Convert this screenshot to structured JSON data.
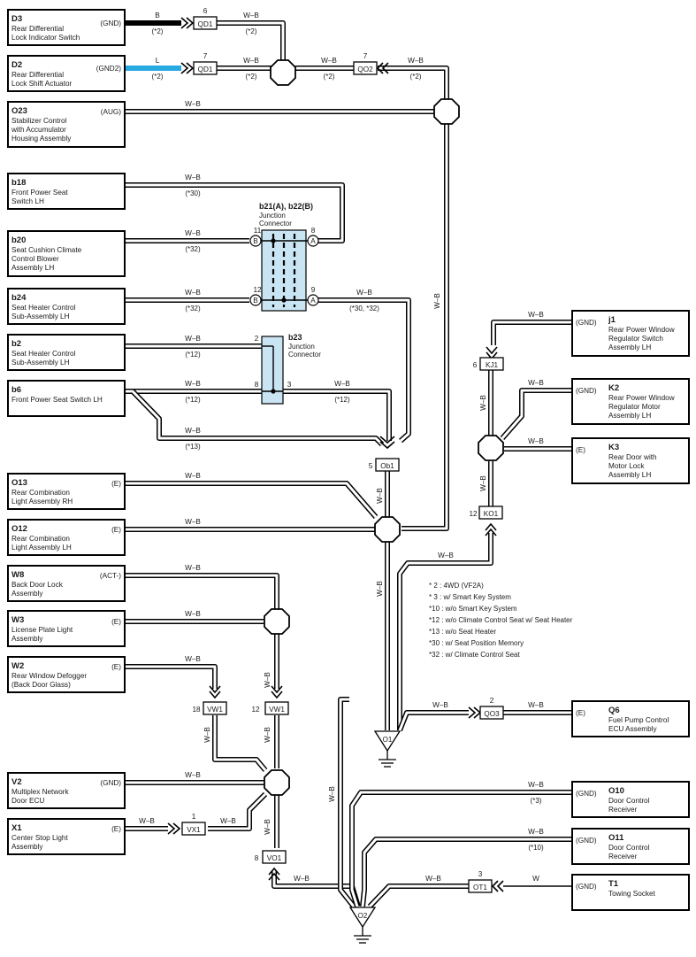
{
  "colors": {
    "black_wire": "#000000",
    "blue_wire": "#29a9e1",
    "junction_fill": "#c9e4f2"
  },
  "components": {
    "d3": {
      "code": "D3",
      "name": [
        "Rear Differential",
        "Lock Indicator Switch"
      ],
      "pin": "(GND)"
    },
    "d2": {
      "code": "D2",
      "name": [
        "Rear Differential",
        "Lock Shift Actuator"
      ],
      "pin": "(GND2)"
    },
    "o23": {
      "code": "O23",
      "name": [
        "Stabilizer Control",
        "with Accumulator",
        "Housing Assembly"
      ],
      "pin": "(AUG)"
    },
    "b18": {
      "code": "b18",
      "name": [
        "Front Power Seat",
        "Switch LH"
      ],
      "pin": ""
    },
    "b20": {
      "code": "b20",
      "name": [
        "Seat Cushion Climate",
        "Control Blower",
        "Assembly LH"
      ],
      "pin": ""
    },
    "b24": {
      "code": "b24",
      "name": [
        "Seat Heater Control",
        "Sub-Assembly LH"
      ],
      "pin": ""
    },
    "b2": {
      "code": "b2",
      "name": [
        "Seat Heater Control",
        "Sub-Assembly LH"
      ],
      "pin": ""
    },
    "b6": {
      "code": "b6",
      "name": [
        "Front Power Seat Switch LH"
      ],
      "pin": ""
    },
    "o13": {
      "code": "O13",
      "name": [
        "Rear Combination",
        "Light Assembly RH"
      ],
      "pin": "(E)"
    },
    "o12": {
      "code": "O12",
      "name": [
        "Rear Combination",
        "Light Assembly LH"
      ],
      "pin": "(E)"
    },
    "w8": {
      "code": "W8",
      "name": [
        "Back Door Lock",
        "Assembly"
      ],
      "pin": "(ACT-)"
    },
    "w3": {
      "code": "W3",
      "name": [
        "License Plate Light",
        "Assembly"
      ],
      "pin": "(E)"
    },
    "w2": {
      "code": "W2",
      "name": [
        "Rear Window Defogger",
        "(Back Door Glass)"
      ],
      "pin": "(E)"
    },
    "v2": {
      "code": "V2",
      "name": [
        "Multiplex Network",
        "Door ECU"
      ],
      "pin": "(GND)"
    },
    "x1": {
      "code": "X1",
      "name": [
        "Center Stop Light",
        "Assembly"
      ],
      "pin": "(E)"
    },
    "j1": {
      "code": "j1",
      "name": [
        "Rear Power Window",
        "Regulator Switch",
        "Assembly LH"
      ],
      "pin": "(GND)"
    },
    "k2": {
      "code": "K2",
      "name": [
        "Rear Power Window",
        "Regulator Motor",
        "Assembly LH"
      ],
      "pin": "(GND)"
    },
    "k3": {
      "code": "K3",
      "name": [
        "Rear Door with",
        "Motor Lock",
        "Assembly LH"
      ],
      "pin": "(E)"
    },
    "q6": {
      "code": "Q6",
      "name": [
        "Fuel Pump Control",
        "ECU Assembly"
      ],
      "pin": "(E)"
    },
    "o10": {
      "code": "O10",
      "name": [
        "Door Control",
        "Receiver"
      ],
      "pin": "(GND)"
    },
    "o11": {
      "code": "O11",
      "name": [
        "Door Control",
        "Receiver"
      ],
      "pin": "(GND)"
    },
    "t1": {
      "code": "T1",
      "name": [
        "Towing Socket"
      ],
      "pin": "(GND)"
    }
  },
  "wire_labels": {
    "b": "B",
    "l": "L",
    "wb": "W–B",
    "w": "W"
  },
  "options": {
    "o2": "(*2)",
    "o3": "(*3)",
    "o10": "(*10)",
    "o12": "(*12)",
    "o13": "(*13)",
    "o30": "(*30)",
    "o32": "(*32)",
    "o30_32": "(*30, *32)"
  },
  "connectors": {
    "qd1": "QD1",
    "qo2": "QO2",
    "ob1": "Ob1",
    "kj1": "KJ1",
    "ko1": "KO1",
    "vw1": "VW1",
    "vx1": "VX1",
    "vo1": "VO1",
    "qo3": "QO3",
    "ot1": "OT1"
  },
  "pins": {
    "p6": "6",
    "p7": "7",
    "p11": "11",
    "p8": "8",
    "p12": "12",
    "p9": "9",
    "p2": "2",
    "p3": "3",
    "p5": "5",
    "p18": "18",
    "p1": "1",
    "pA": "A",
    "pB": "B"
  },
  "junctions": {
    "b21_title": "b21(A), b22(B)",
    "b21_sub": [
      "Junction",
      "Connector"
    ],
    "b23_title": "b23",
    "b23_sub": [
      "Junction",
      "Connector"
    ]
  },
  "grounds": {
    "o1": "O1",
    "o2": "O2"
  },
  "notes": [
    "* 2 : 4WD (VF2A)",
    "* 3 : w/ Smart Key System",
    "*10 : w/o Smart Key System",
    "*12 : w/o Climate Control Seat w/ Seat Heater",
    "*13 : w/o Seat Heater",
    "*30 : w/ Seat Position Memory",
    "*32 : w/ Climate Control Seat"
  ]
}
